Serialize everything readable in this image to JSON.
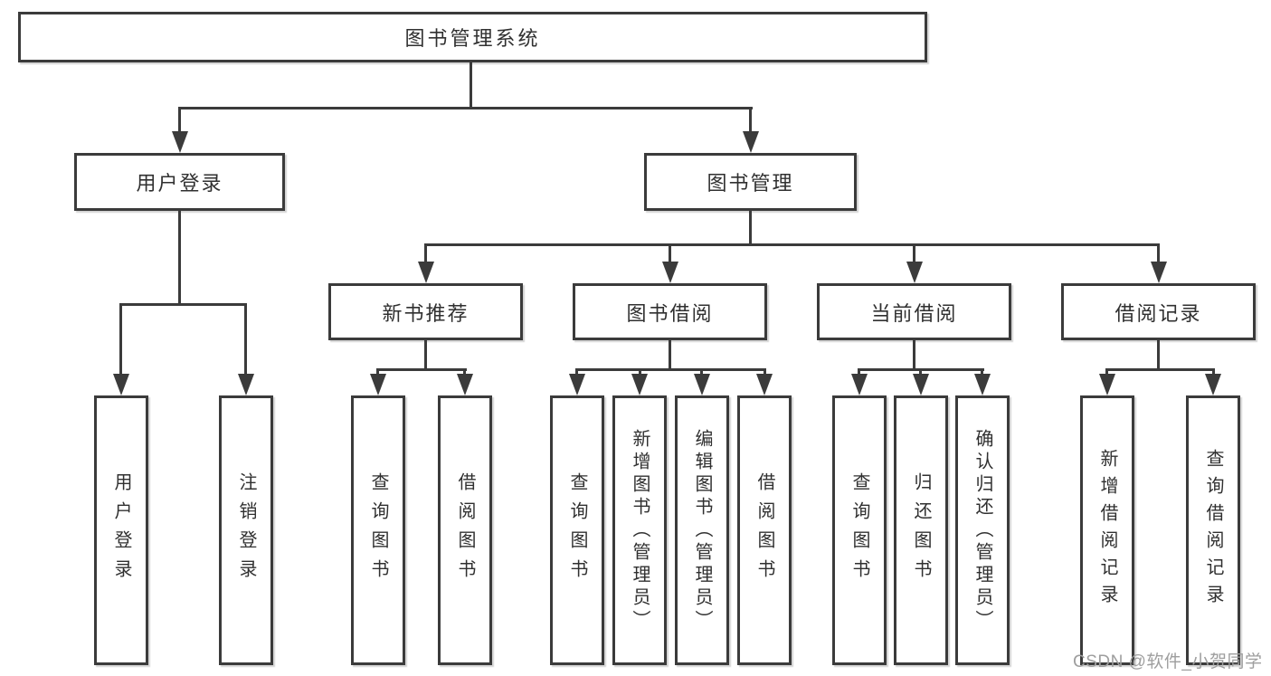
{
  "diagram": {
    "root": {
      "label": "图书管理系统"
    },
    "branches": [
      {
        "label": "用户登录",
        "children": [
          {
            "label": "用户登录"
          },
          {
            "label": "注销登录"
          }
        ]
      },
      {
        "label": "图书管理",
        "children": [
          {
            "label": "新书推荐",
            "children": [
              {
                "label": "查询图书"
              },
              {
                "label": "借阅图书"
              }
            ]
          },
          {
            "label": "图书借阅",
            "children": [
              {
                "label": "查询图书"
              },
              {
                "label": "新增图书（管理员）"
              },
              {
                "label": "编辑图书（管理员）"
              },
              {
                "label": "借阅图书"
              }
            ]
          },
          {
            "label": "当前借阅",
            "children": [
              {
                "label": "查询图书"
              },
              {
                "label": "归还图书"
              },
              {
                "label": "确认归还（管理员）"
              }
            ]
          },
          {
            "label": "借阅记录",
            "children": [
              {
                "label": "新增借阅记录"
              },
              {
                "label": "查询借阅记录"
              }
            ]
          }
        ]
      }
    ],
    "watermark": "CSDN @软件_小贺同学",
    "colors": {
      "line": "#3b3b3b",
      "box-border": "#3b3b3b",
      "text": "#303030",
      "watermark": "#9e9e9e",
      "background": "#ffffff"
    }
  }
}
